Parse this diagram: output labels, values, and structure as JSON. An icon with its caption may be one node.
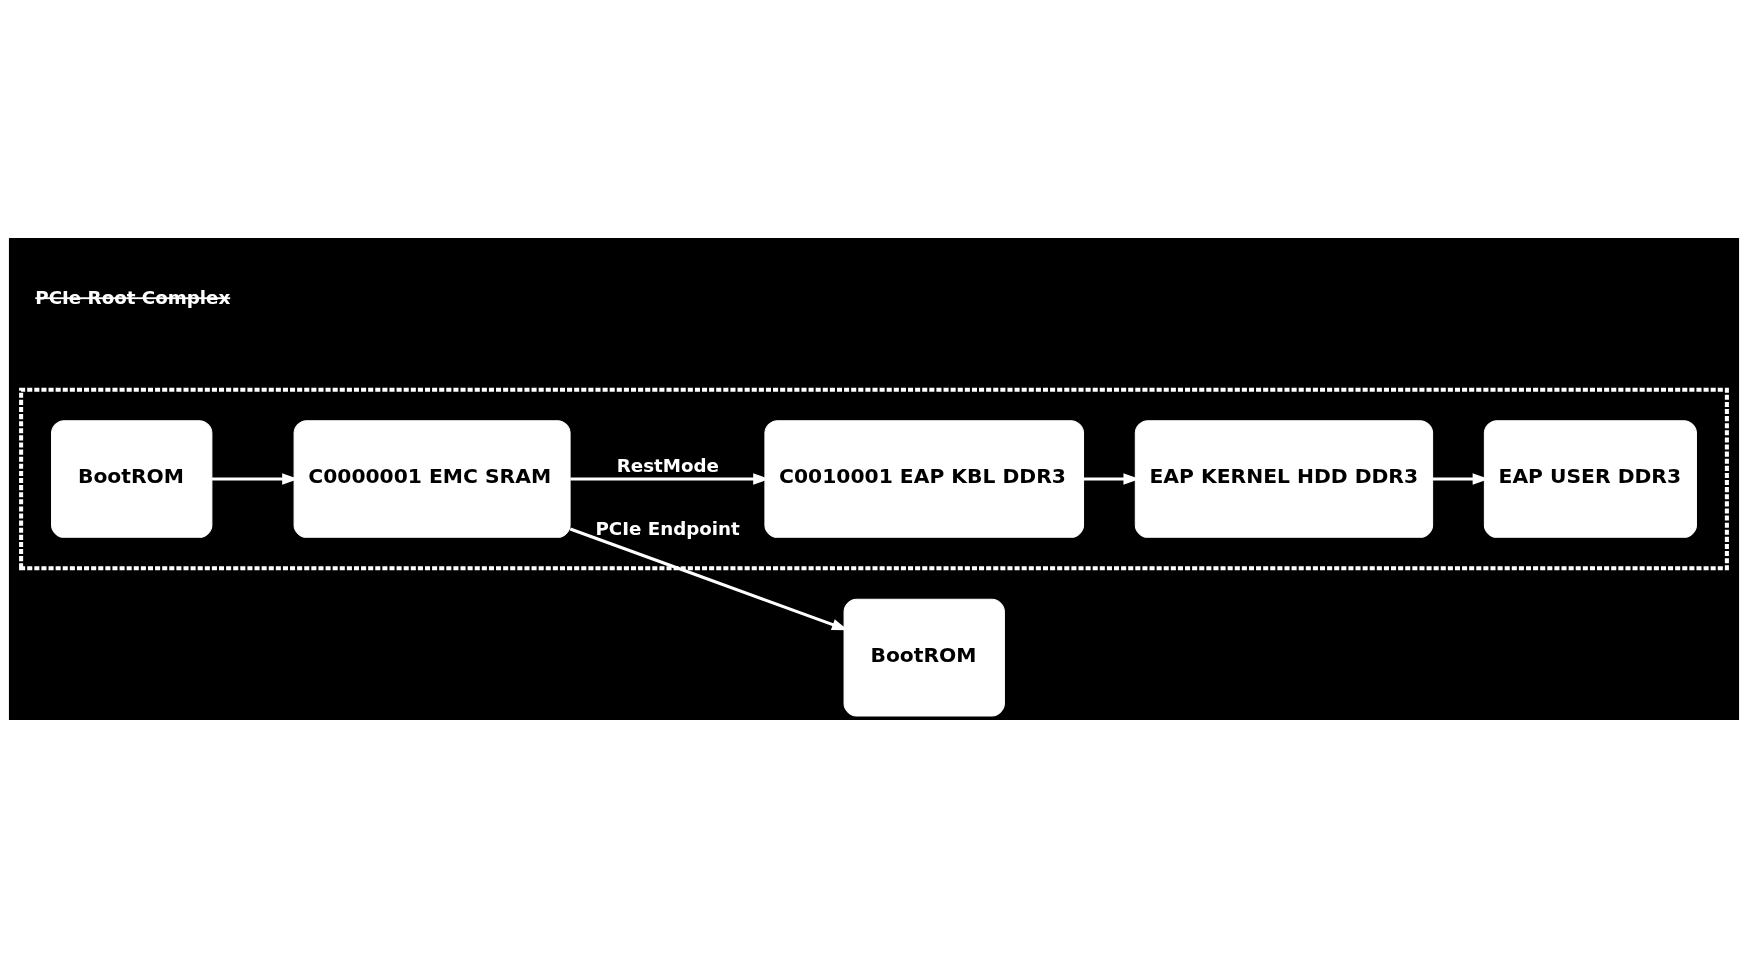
{
  "diagram": {
    "nodes": [
      {
        "text": [],
        "shape": "box"
      },
      {
        "text": [
          "BootROM"
        ],
        "in": 0
      },
      {
        "text": [
          "C0000001 EMC SRAM"
        ],
        "in": 0
      },
      {
        "text": [
          "C0010001 EAP KBL DDR3"
        ],
        "in": 0
      },
      {
        "text": [
          "EAP KERNEL HDD DDR3"
        ],
        "in": 0
      },
      {
        "text": [
          "EAP USER DDR3"
        ],
        "in": 0
      },
      {
        "text": [
          "BootROM"
        ]
      }
    ],
    "edges": [
      {
        "from": 1,
        "to": 2,
        "arrow": "to"
      },
      {
        "from": 2,
        "to": 3,
        "arrow": "to",
        "label": "RestMode"
      },
      {
        "from": 3,
        "to": 4,
        "arrow": "to"
      },
      {
        "from": 4,
        "to": 5,
        "arrow": "to"
      },
      {
        "from": 2,
        "to": 6,
        "arrow": "to",
        "label": "PCIe Endpoint"
      }
    ],
    "labels": [
      "PCIe Root Complex"
    ]
  }
}
